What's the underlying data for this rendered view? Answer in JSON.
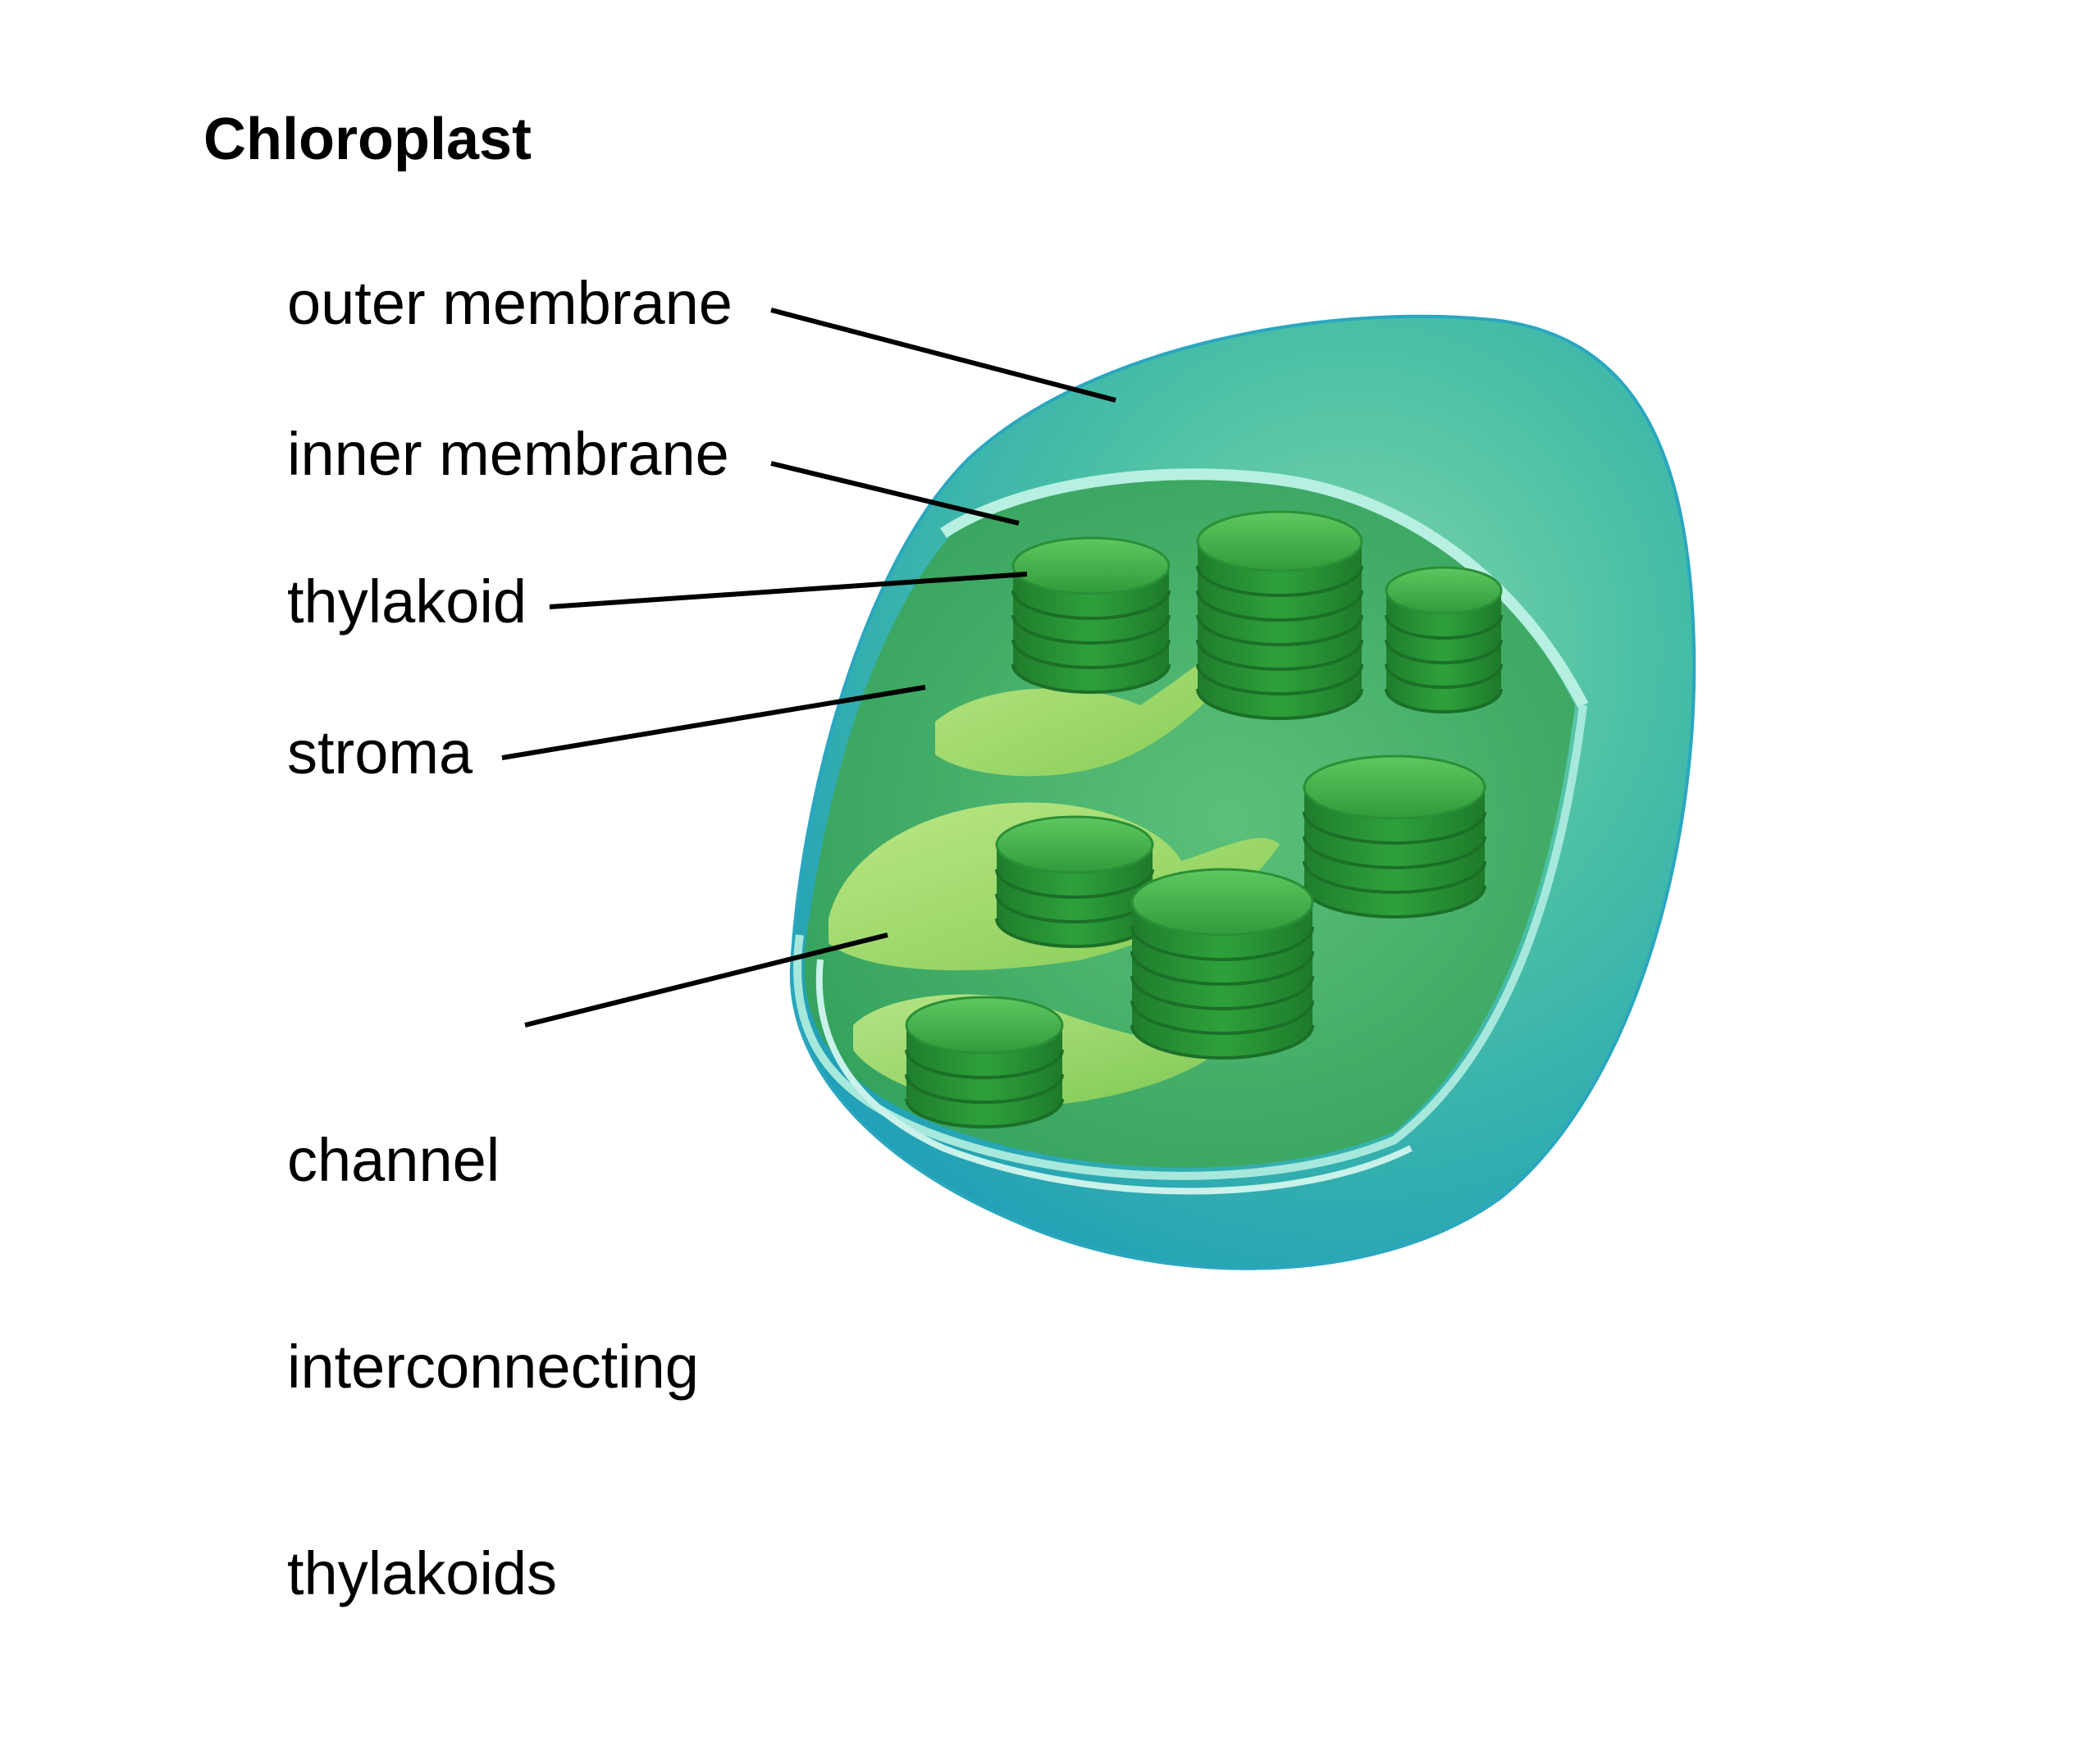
{
  "title": "Chloroplast",
  "labels": {
    "outer_membrane": "outer membrane",
    "inner_membrane": "inner membrane",
    "thylakoid": "thylakoid",
    "stroma": "stroma",
    "channel_line1": "channel",
    "channel_line2": "interconnecting",
    "channel_line3": "thylakoids"
  },
  "colors": {
    "outer_membrane": "#3fb8c4",
    "inner_membrane": "#9fe3d8",
    "stroma": "#46b36a",
    "granum": "#2e9a3c",
    "channel": "#a8dd6a"
  }
}
